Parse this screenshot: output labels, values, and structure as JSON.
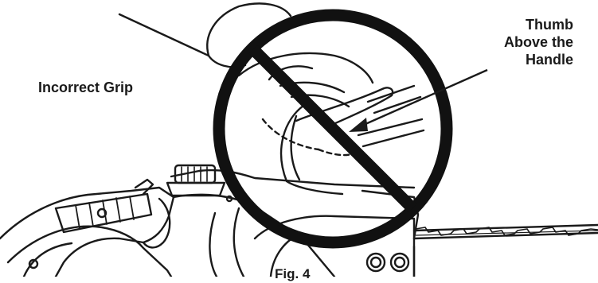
{
  "figure": {
    "caption": "Fig. 4"
  },
  "labels": {
    "incorrect_grip": "Incorrect Grip",
    "thumb_line1": "Thumb",
    "thumb_line2": "Above the",
    "thumb_line3": "Handle"
  },
  "colors": {
    "ink": "#1a1a1a",
    "background": "#ffffff"
  },
  "icons": {
    "prohibition": "no-symbol-icon"
  }
}
